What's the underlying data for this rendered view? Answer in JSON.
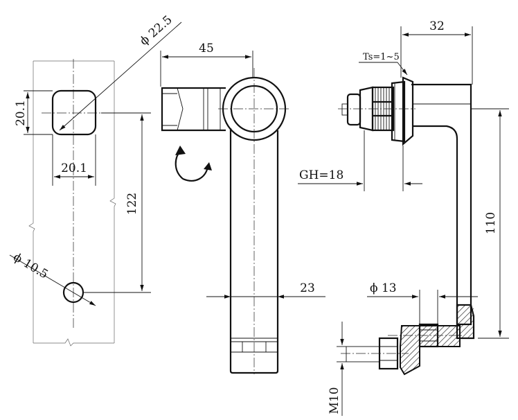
{
  "colors": {
    "ink": "#111111",
    "paper": "#ffffff"
  },
  "dimensions": {
    "cutout_diameter": "ϕ 22.5",
    "cutout_height": "20.1",
    "cutout_width": "20.1",
    "hole_spacing": "122",
    "hole_diameter": "ϕ 10.5",
    "handle_length": "45",
    "handle_width": "23",
    "depth": "32",
    "ts": "Ts=1~5",
    "gh": "GH=18",
    "overall_height": "110",
    "stud_diameter": "ϕ 13",
    "thread": "M10"
  }
}
